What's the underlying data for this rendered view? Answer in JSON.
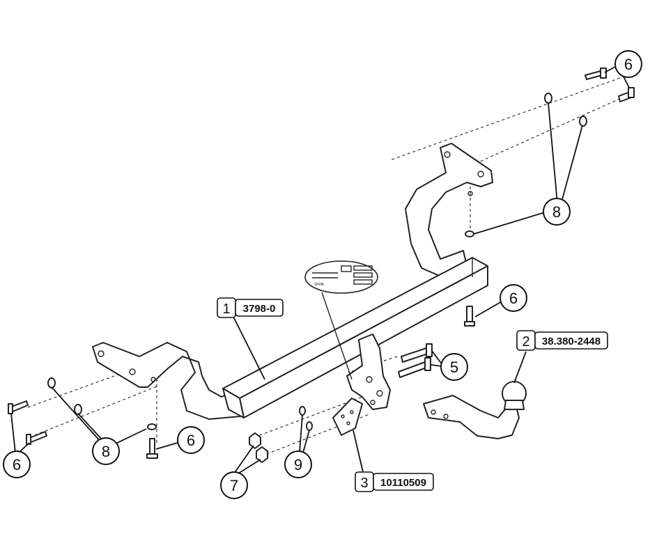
{
  "parts": [
    {
      "id": "1",
      "code": "3798-0"
    },
    {
      "id": "2",
      "code": "38.380-2448"
    },
    {
      "id": "3",
      "code": "10110509"
    }
  ],
  "callouts": [
    "6",
    "6",
    "6",
    "6",
    "5",
    "8",
    "8",
    "7",
    "9"
  ],
  "plate": {
    "brand": "brink"
  }
}
